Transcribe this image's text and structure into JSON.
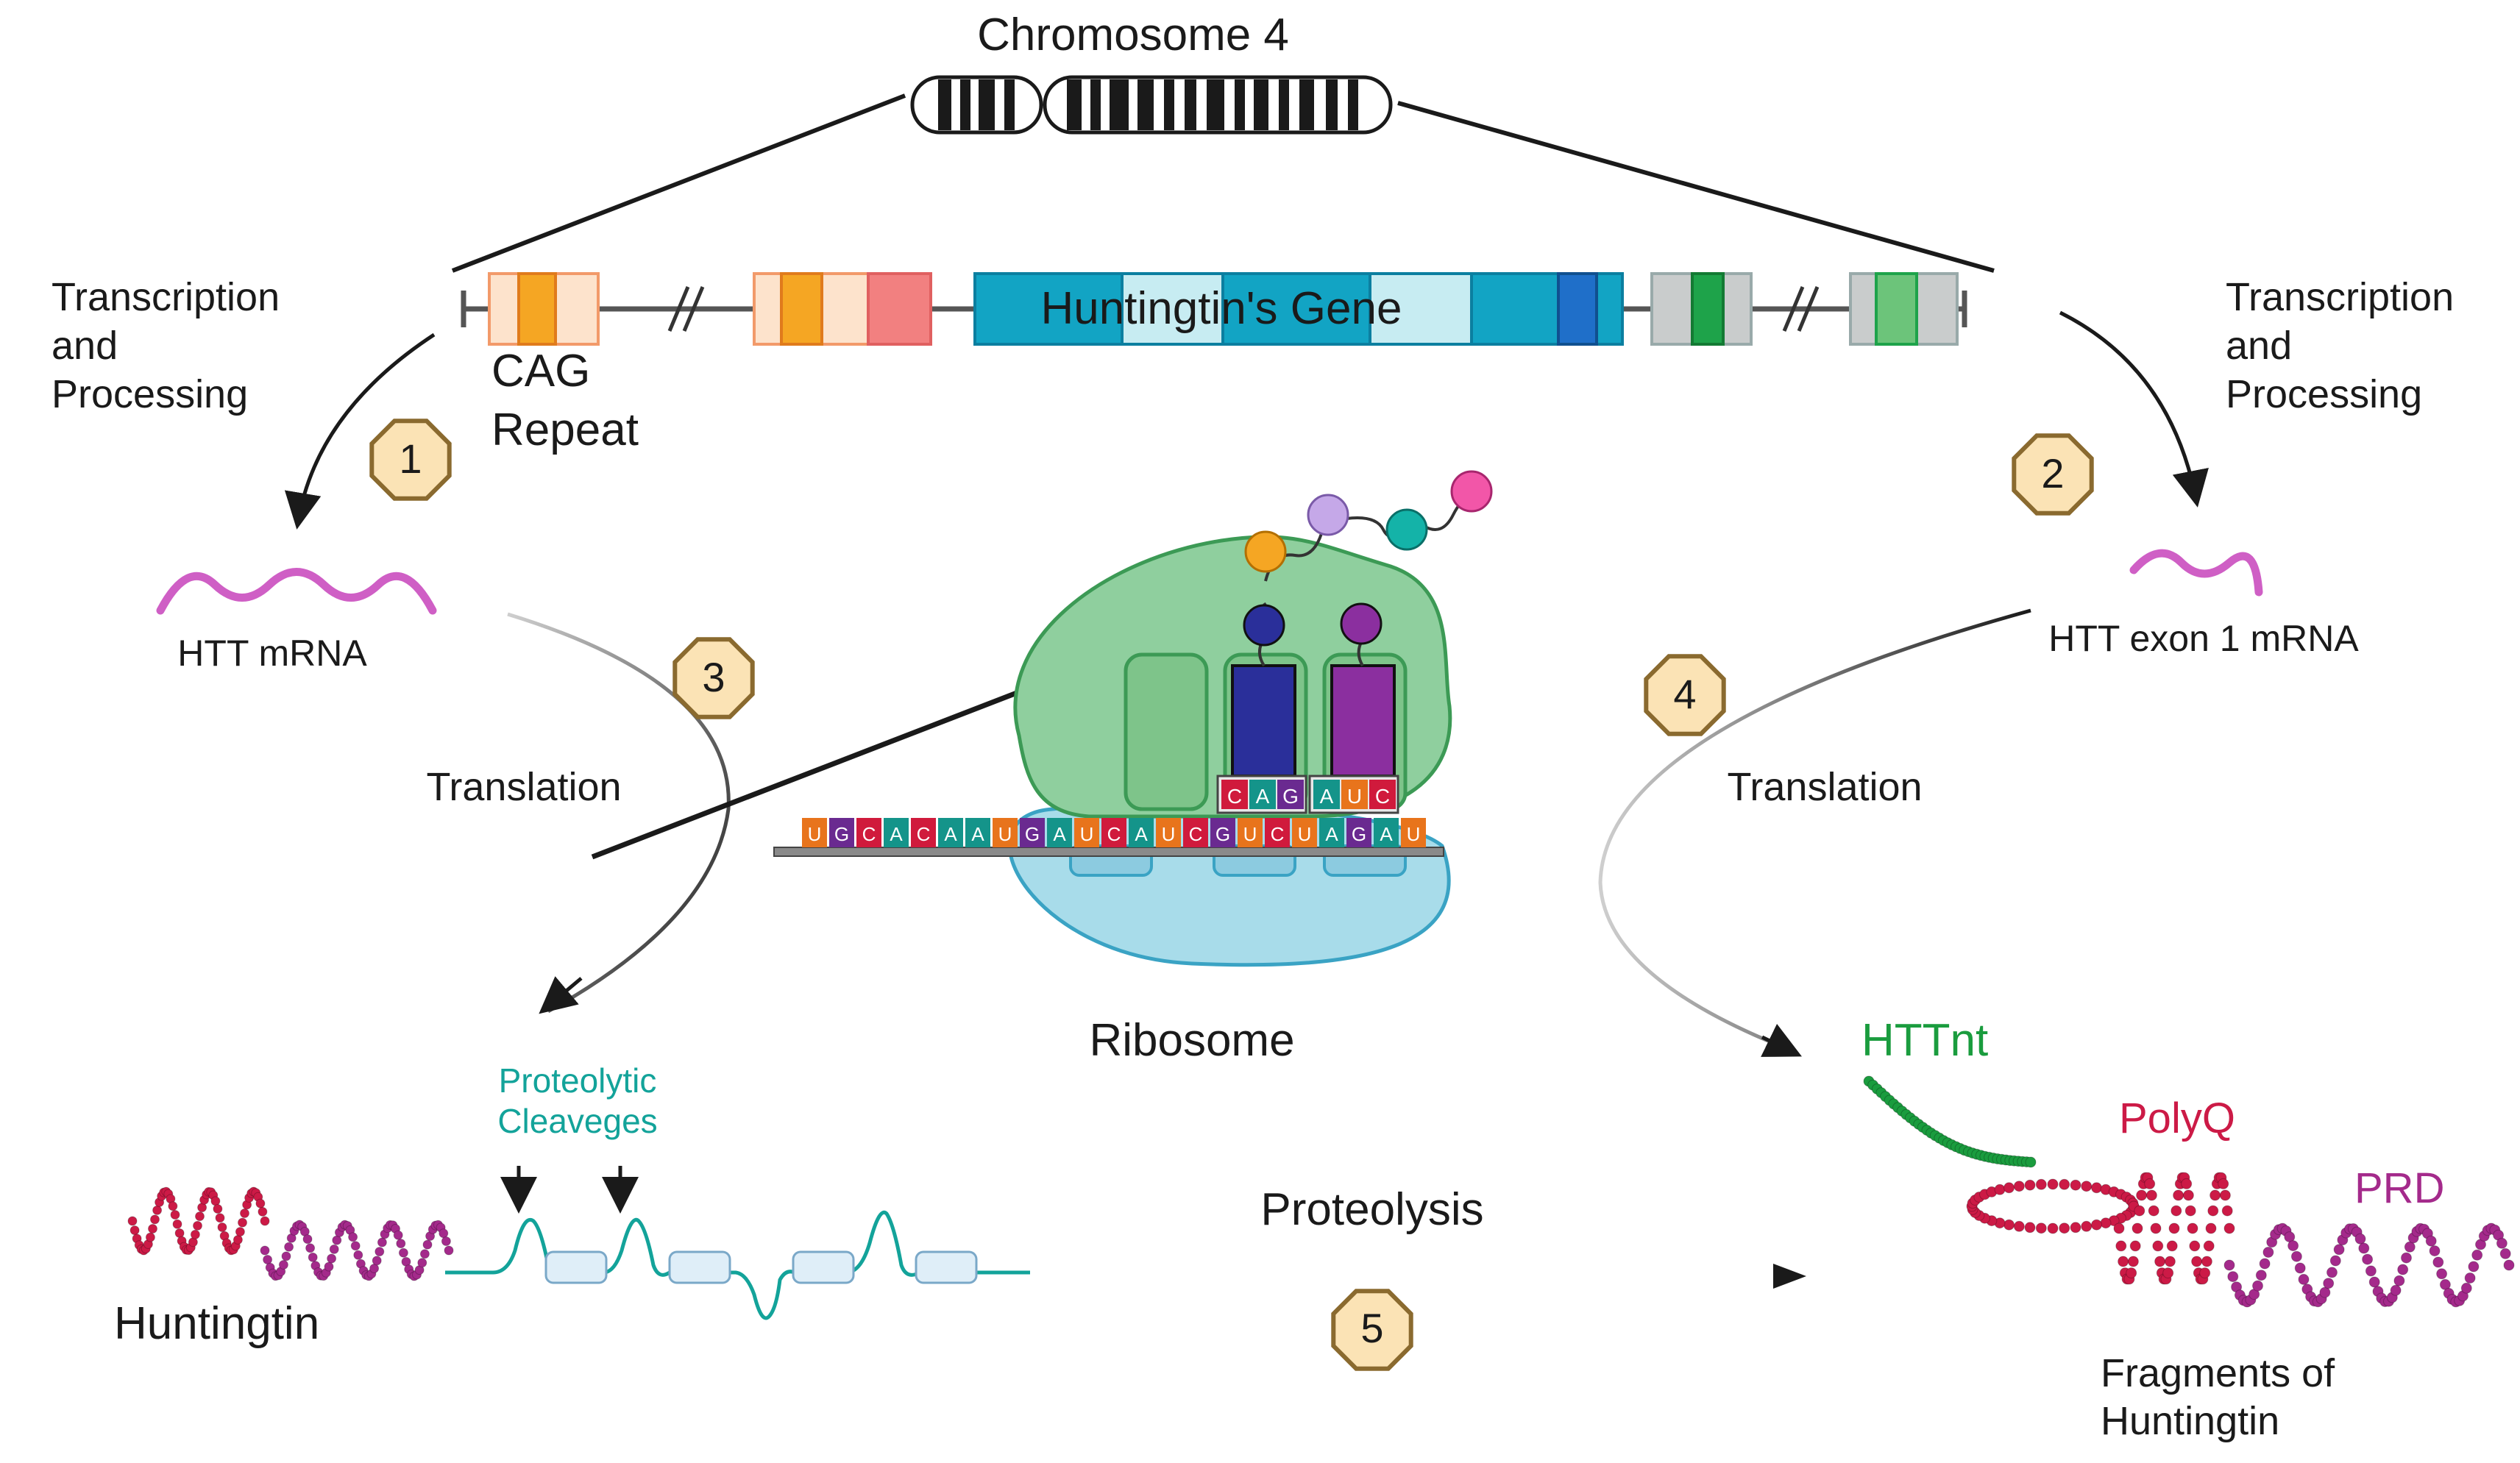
{
  "labels": {
    "chromosome": "Chromosome 4",
    "gene": "Huntingtin's Gene",
    "cag_repeat_line1": "CAG",
    "cag_repeat_line2": "Repeat",
    "transcription_left": [
      "Transcription",
      "and",
      "Processing"
    ],
    "transcription_right": [
      "Transcription",
      "and",
      "Processing"
    ],
    "htt_mrna": "HTT mRNA",
    "htt_exon1_mrna": "HTT exon 1 mRNA",
    "translation_left": "Translation",
    "translation_right": "Translation",
    "ribosome": "Ribosome",
    "proteolytic_line1": "Proteolytic",
    "proteolytic_line2": "Cleaveges",
    "huntingtin": "Huntingtin",
    "proteolysis": "Proteolysis",
    "httnt": "HTTnt",
    "polyq": "PolyQ",
    "prd": "PRD",
    "fragments_line1": "Fragments of",
    "fragments_line2": "Huntingtin"
  },
  "steps": [
    "1",
    "2",
    "3",
    "4",
    "5"
  ],
  "mrna_sequence": [
    "U",
    "G",
    "C",
    "A",
    "C",
    "A",
    "A",
    "U",
    "G",
    "A",
    "U",
    "C",
    "A",
    "U",
    "C",
    "G",
    "U",
    "C",
    "U",
    "A",
    "G",
    "A",
    "U"
  ],
  "trna_codons": {
    "left": [
      "C",
      "A",
      "G"
    ],
    "right": [
      "A",
      "U",
      "C"
    ]
  },
  "colors": {
    "orange_segment": "#f5a623",
    "peach_segment": "#fde3cc",
    "salmon_segment": "#f28080",
    "teal_gene": "#12a4c4",
    "light_teal_gene": "#c7ecf2",
    "blue_segment": "#1f6fc9",
    "grey_segment": "#c9cccc",
    "green_segment": "#1ea34a",
    "ribosome_large": "#8fcf9e",
    "ribosome_small": "#a8dcea",
    "httnt_color": "#1a9c3e",
    "polyq_color": "#cc1a46",
    "prd_color": "#a42a8b",
    "cleavage_color": "#13a39a",
    "step_badge": "#fbe3b5",
    "step_border": "#8a6a2f"
  }
}
